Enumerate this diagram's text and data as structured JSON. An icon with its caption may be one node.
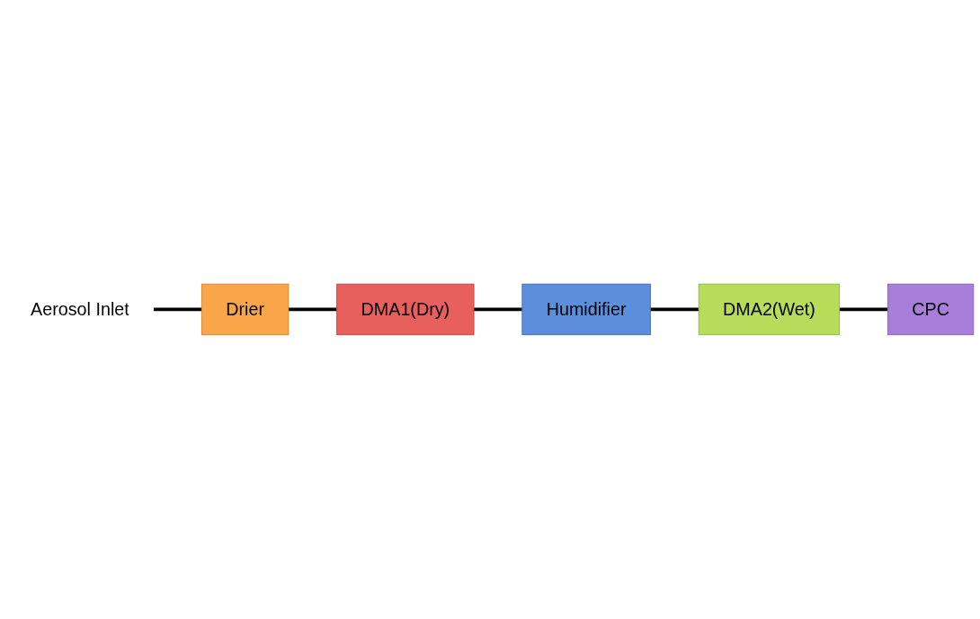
{
  "diagram": {
    "nodes": [
      {
        "text": [
          "Aerosol Inlet"
        ]
      },
      {
        "text": [
          "Drier"
        ]
      },
      {
        "text": [
          "DMA1(Dry)"
        ]
      },
      {
        "text": [
          "Humidifier"
        ]
      },
      {
        "text": [
          "DMA2(Wet)"
        ]
      },
      {
        "text": [
          "CPC"
        ]
      }
    ],
    "edges": [
      {
        "from": 0,
        "to": 1,
        "arrow": "none"
      },
      {
        "from": 1,
        "to": 2,
        "arrow": "none"
      },
      {
        "from": 2,
        "to": 3,
        "arrow": "none"
      },
      {
        "from": 3,
        "to": 4,
        "arrow": "none"
      },
      {
        "from": 4,
        "to": 5,
        "arrow": "none"
      }
    ]
  }
}
